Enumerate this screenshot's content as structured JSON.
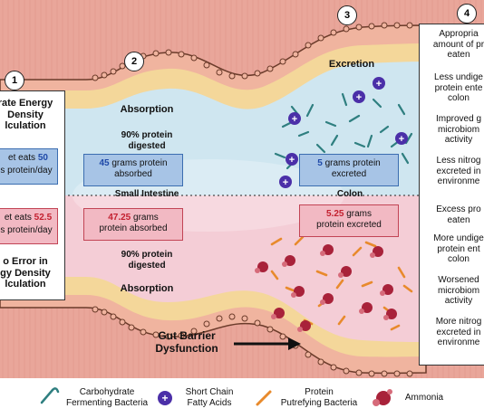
{
  "steps": [
    "1",
    "2",
    "3",
    "4"
  ],
  "left_panel": {
    "top_title": "rate Energy\nDensity\nlculation",
    "top_line1_pre": "et eats ",
    "top_line1_num": "50",
    "top_line2": "s protein/day",
    "bottom_line1_pre": "et eats ",
    "bottom_line1_num": "52.5",
    "bottom_line2": "s protein/day",
    "bottom_title": "o Error in\ngy Density\nlculation"
  },
  "intestine": {
    "absorption_top": "Absorption",
    "absorption_bottom": "Absorption",
    "digested_top": "90% protein\ndigested",
    "digested_bottom": "90% protein\ndigested",
    "absorbed_top_num": "45",
    "absorbed_top_rest": " grams protein\nabsorbed",
    "absorbed_bottom_num": "47.25",
    "absorbed_bottom_rest": " grams\nprotein absorbed",
    "small_intestine_label": "Small Intestine",
    "colon_label": "Colon",
    "excretion_label": "Excretion",
    "excreted_top_num": "5",
    "excreted_top_rest": " grams protein\nexcreted",
    "excreted_bottom_num": "5.25",
    "excreted_bottom_rest": " grams\nprotein excreted",
    "gut_barrier_label": "Gut Barrier\nDysfunction"
  },
  "right_panel": {
    "top_items": [
      "Appropria\namount of pr\neaten",
      "Less undige\nprotein ente\ncolon",
      "Improved g\nmicrobiom\nactivity",
      "Less nitrog\nexcreted in\nenvironme"
    ],
    "bottom_items": [
      "Excess pro\neaten",
      "More undige\nprotein ent\ncolon",
      "Worsened\nmicrobiom\nactivity",
      "More nitrog\nexcreted in\nenvironme"
    ]
  },
  "legend": [
    {
      "label": "Carbohydrate\nFermenting Bacteria",
      "icon": "carbohydrate-bacteria-icon"
    },
    {
      "label": "Short Chain\nFatty Acids",
      "icon": "scfa-icon"
    },
    {
      "label": "Protein\nPutrefying Bacteria",
      "icon": "protein-bacteria-icon"
    },
    {
      "label": "Ammonia",
      "icon": "ammonia-icon"
    }
  ],
  "colors": {
    "tissue": "#e8a79c",
    "mucosa": "#f4d79a",
    "lumen_top": "#cfe6f0",
    "lumen_bottom": "#f4cdd6",
    "box_blue": "#a7c4e6",
    "box_red": "#f2b9c3",
    "scfa": "#4b2fa8",
    "ammonia": "#a8223a"
  }
}
